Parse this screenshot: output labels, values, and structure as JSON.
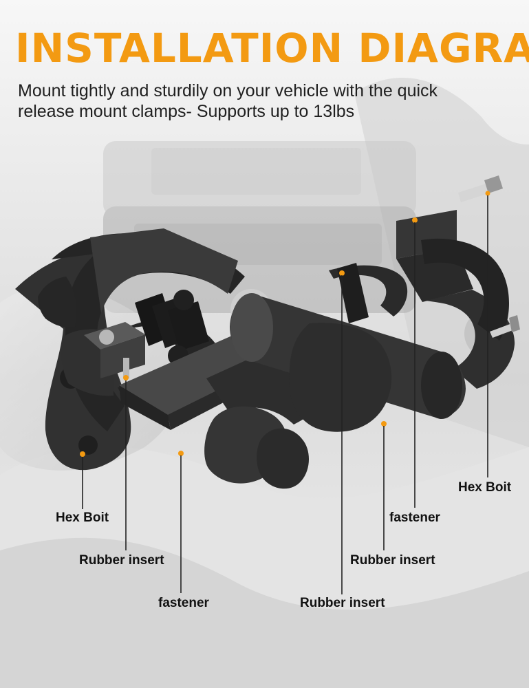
{
  "title": "INSTALLATION DIAGRAM",
  "subtitle": "Mount tightly and sturdily on your vehicle with the quick release mount clamps- Supports up to 13lbs",
  "labels": {
    "left_hex_bolt": "Hex Boit",
    "left_rubber_insert": "Rubber insert",
    "left_fastener": "fastener",
    "right_hex_bolt": "Hex Boit",
    "right_fastener": "fastener",
    "right_rubber_insert_upper": "Rubber insert",
    "right_rubber_insert_lower": "Rubber insert"
  },
  "colors": {
    "accent": "#f39a12",
    "text": "#111111",
    "part": "#2d2d2d",
    "part_light": "#4a4a4a",
    "leader_line": "#222222"
  }
}
